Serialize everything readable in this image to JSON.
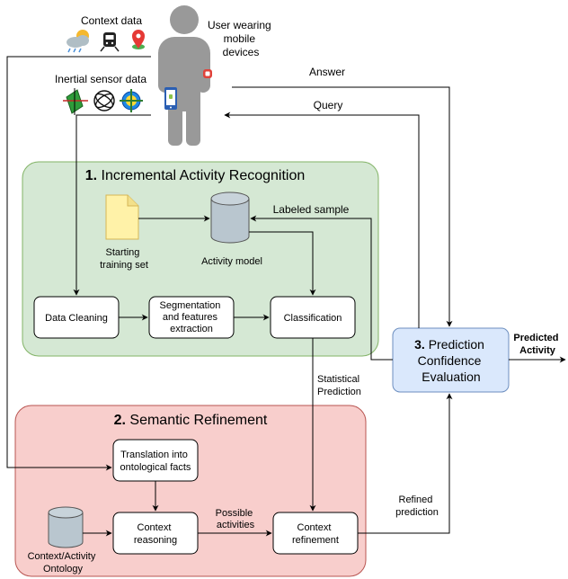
{
  "user": {
    "context_data_label": "Context data",
    "user_label_lines": [
      "User wearing",
      "mobile",
      "devices"
    ],
    "inertial_label": "Inertial sensor data"
  },
  "arrows": {
    "answer": "Answer",
    "query": "Query",
    "labeled_sample": "Labeled sample",
    "statistical_prediction_lines": [
      "Statistical",
      "Prediction"
    ],
    "possible_activities_lines": [
      "Possible",
      "activities"
    ],
    "refined_prediction_lines": [
      "Refined",
      "prediction"
    ],
    "predicted_activity_lines": [
      "Predicted",
      "Activity"
    ]
  },
  "iar": {
    "number": "1.",
    "title": "Incremental Activity Recognition",
    "starting_training_set_lines": [
      "Starting",
      "training set"
    ],
    "activity_model": "Activity model",
    "data_cleaning": "Data Cleaning",
    "segmentation_lines": [
      "Segmentation",
      "and features",
      "extraction"
    ],
    "classification": "Classification"
  },
  "pce": {
    "number": "3.",
    "title_lines": [
      "Prediction",
      "Confidence",
      "Evaluation"
    ]
  },
  "sr": {
    "number": "2.",
    "title": "Semantic Refinement",
    "translation_lines": [
      "Translation into",
      "ontological facts"
    ],
    "context_reasoning_lines": [
      "Context",
      "reasoning"
    ],
    "context_refinement_lines": [
      "Context",
      "refinement"
    ],
    "ontology_lines": [
      "Context/Activity",
      "Ontology"
    ]
  },
  "colors": {
    "iar_fill": "#d5e8d4",
    "iar_stroke": "#82b366",
    "sr_fill": "#f8cecc",
    "sr_stroke": "#b85450",
    "pce_fill": "#dae8fc",
    "pce_stroke": "#6c8ebf",
    "db_fill": "#b9c6cf",
    "file_fill": "#fff2a8",
    "person_fill": "#999999"
  }
}
